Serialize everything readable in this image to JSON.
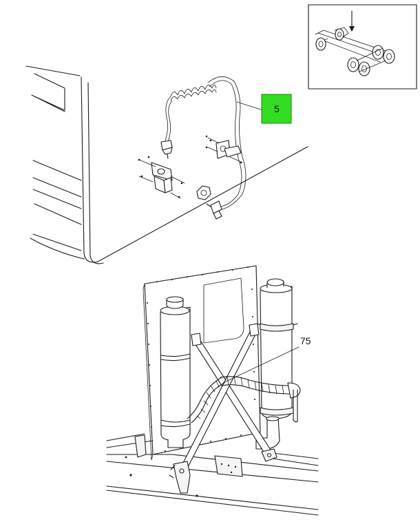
{
  "callouts": [
    {
      "id": "5",
      "label": "5",
      "highlighted": true
    },
    {
      "id": "75",
      "label": "75",
      "highlighted": false
    }
  ],
  "colors": {
    "highlight_fill": "#33dd22",
    "highlight_stroke": "#118800",
    "line": "#1a1a1a",
    "background": "#ffffff"
  },
  "icons": [
    "location-arrow-icon",
    "chassis-locator-icon"
  ]
}
